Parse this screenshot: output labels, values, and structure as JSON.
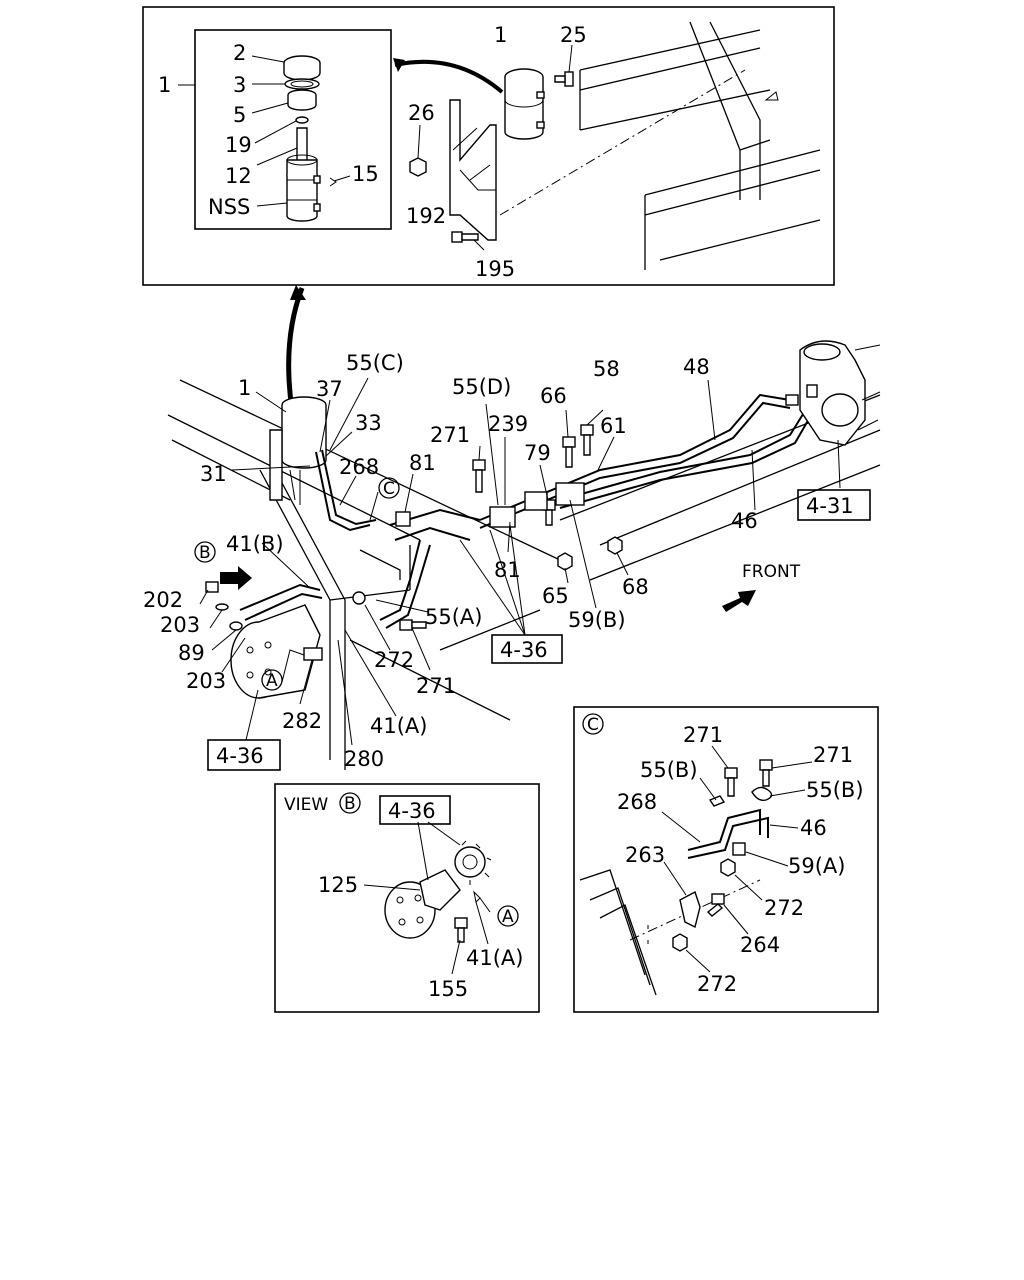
{
  "labels": {
    "inset_top_1": "1",
    "inset_top_2": "2",
    "inset_top_3": "3",
    "inset_top_5": "5",
    "inset_top_19": "19",
    "inset_top_12": "12",
    "inset_top_15": "15",
    "inset_top_nss": "NSS",
    "inset_top_1b": "1",
    "inset_top_25": "25",
    "inset_top_26": "26",
    "inset_top_192": "192",
    "inset_top_195": "195",
    "main_1": "1",
    "main_37": "37",
    "main_55c": "55(C)",
    "main_33": "33",
    "main_31": "31",
    "main_268": "268",
    "main_c_marker": "C",
    "main_81a": "81",
    "main_271a": "271",
    "main_55d": "55(D)",
    "main_239": "239",
    "main_79": "79",
    "main_66": "66",
    "main_58": "58",
    "main_61": "61",
    "main_48": "48",
    "main_46": "46",
    "main_ref_431": "4-31",
    "main_81b": "81",
    "main_65": "65",
    "main_68": "68",
    "main_59b": "59(B)",
    "main_front": "FRONT",
    "main_b_marker": "B",
    "main_41b": "41(B)",
    "main_202": "202",
    "main_203a": "203",
    "main_89": "89",
    "main_203b": "203",
    "main_55a": "55(A)",
    "main_ref_436a": "4-36",
    "main_272": "272",
    "main_271b": "271",
    "main_a_marker": "A",
    "main_282": "282",
    "main_41a": "41(A)",
    "main_280": "280",
    "main_ref_436b": "4-36",
    "view_b_title": "VIEW",
    "view_b_marker": "B",
    "view_b_ref": "4-36",
    "view_b_125": "125",
    "view_b_a_marker": "A",
    "view_b_41a": "41(A)",
    "view_b_155": "155",
    "view_c_marker": "C",
    "view_c_271a": "271",
    "view_c_271b": "271",
    "view_c_55b1": "55(B)",
    "view_c_55b2": "55(B)",
    "view_c_268": "268",
    "view_c_46": "46",
    "view_c_263": "263",
    "view_c_59a": "59(A)",
    "view_c_272a": "272",
    "view_c_264": "264",
    "view_c_272b": "272"
  },
  "colors": {
    "ink": "#000000",
    "paper": "#ffffff"
  }
}
